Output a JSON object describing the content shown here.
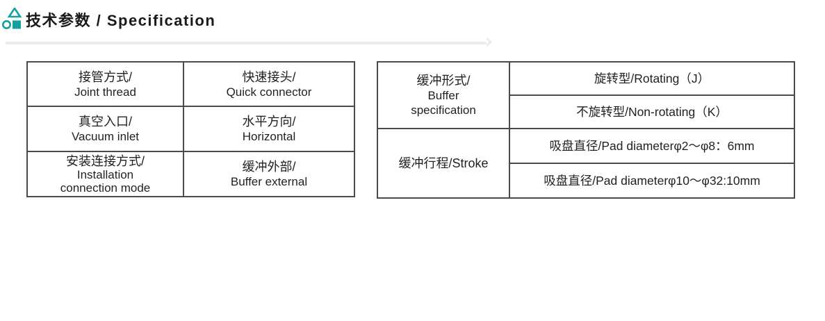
{
  "header": {
    "title": "技术参数 / Specification",
    "icon": "teal-triangle-circle-square-logo-icon"
  },
  "colors": {
    "accent_teal": "#14a0a0",
    "table_border": "#4a4a4a",
    "text": "#231f20",
    "header_rule": "#ececec"
  },
  "left_table": {
    "rows": [
      {
        "label_zh": "接管方式/",
        "label_en": "Joint thread",
        "label_en2": "",
        "value_zh": "快速接头/",
        "value_en": "Quick connector"
      },
      {
        "label_zh": "真空入口/",
        "label_en": "Vacuum inlet",
        "label_en2": "",
        "value_zh": "水平方向/",
        "value_en": "Horizontal"
      },
      {
        "label_zh": "安装连接方式/",
        "label_en": "Installation",
        "label_en2": "connection mode",
        "value_zh": "缓冲外部/",
        "value_en": "Buffer external"
      }
    ]
  },
  "right_table": {
    "buffer": {
      "label_zh": "缓冲形式/",
      "label_en1": "Buffer",
      "label_en2": "specification",
      "values": [
        "旋转型/Rotating（J）",
        "不旋转型/Non-rotating（K）"
      ]
    },
    "stroke": {
      "label": "缓冲行程/Stroke",
      "values": [
        "吸盘直径/Pad diameterφ2～φ8：6mm",
        "吸盘直径/Pad diameterφ10～φ32:10mm"
      ]
    }
  }
}
